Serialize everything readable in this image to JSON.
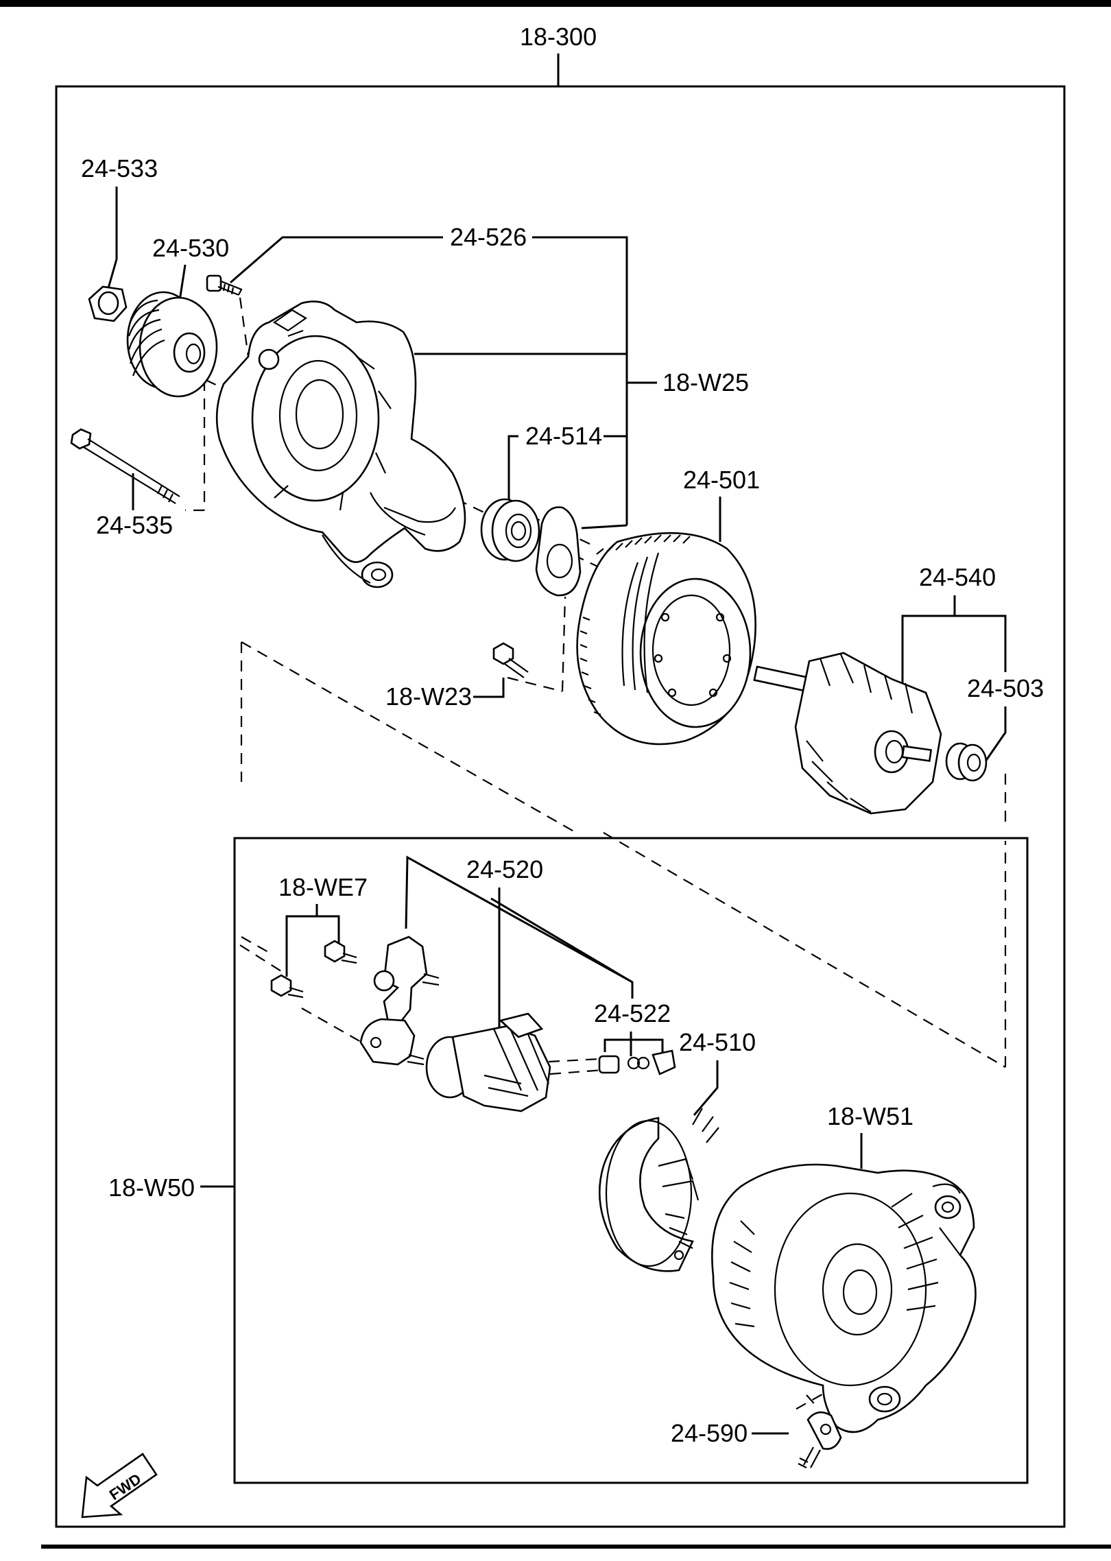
{
  "labels": {
    "assembly": "18-300",
    "nut": "24-533",
    "pulley": "24-530",
    "screw_front": "24-526",
    "front_housing": "18-W25",
    "bearing_front": "24-514",
    "stator": "24-501",
    "through_bolt": "24-535",
    "rotor_set": "24-540",
    "rear_bearing": "24-503",
    "stator_bolt": "18-W23",
    "bolts": "18-WE7",
    "regulator": "24-520",
    "brush_set": "24-522",
    "rectifier": "24-510",
    "rear_cover": "18-W51",
    "rear_set": "18-W50",
    "terminal": "24-590",
    "fwd": "FWD"
  }
}
